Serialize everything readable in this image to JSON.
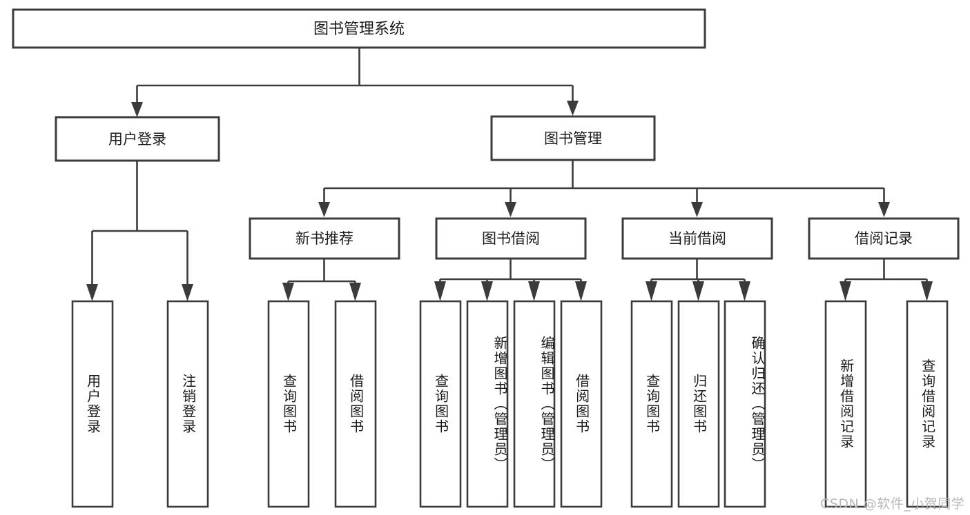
{
  "diagram": {
    "type": "tree-hierarchy",
    "title": "图书管理系统",
    "orientation": "top-down",
    "root": {
      "label": "图书管理系统",
      "children": [
        {
          "label": "用户登录",
          "children": [
            {
              "label": "用户登录"
            },
            {
              "label": "注销登录"
            }
          ]
        },
        {
          "label": "图书管理",
          "children": [
            {
              "label": "新书推荐",
              "children": [
                {
                  "label": "查询图书"
                },
                {
                  "label": "借阅图书"
                }
              ]
            },
            {
              "label": "图书借阅",
              "children": [
                {
                  "label": "查询图书"
                },
                {
                  "label": "新增图书（管理员）"
                },
                {
                  "label": "编辑图书（管理员）"
                },
                {
                  "label": "借阅图书"
                }
              ]
            },
            {
              "label": "当前借阅",
              "children": [
                {
                  "label": "查询图书"
                },
                {
                  "label": "归还图书"
                },
                {
                  "label": "确认归还（管理员）"
                }
              ]
            },
            {
              "label": "借阅记录",
              "children": [
                {
                  "label": "新增借阅记录"
                },
                {
                  "label": "查询借阅记录"
                }
              ]
            }
          ]
        }
      ]
    },
    "nodes": {
      "root": "图书管理系统",
      "l2_user": "用户登录",
      "l2_book": "图书管理",
      "l3_recommend": "新书推荐",
      "l3_borrow": "图书借阅",
      "l3_current": "当前借阅",
      "l3_record": "借阅记录",
      "leaf_user_1": "用户登录",
      "leaf_user_2": "注销登录",
      "leaf_rec_1": "查询图书",
      "leaf_rec_2": "借阅图书",
      "leaf_bor_1": "查询图书",
      "leaf_bor_2": "新增图书（管理员）",
      "leaf_bor_3": "编辑图书（管理员）",
      "leaf_bor_4": "借阅图书",
      "leaf_cur_1": "查询图书",
      "leaf_cur_2": "归还图书",
      "leaf_cur_3": "确认归还（管理员）",
      "leaf_recd_1": "新增借阅记录",
      "leaf_recd_2": "查询借阅记录"
    },
    "colors": {
      "stroke": "#3b3b3b",
      "fill": "#ffffff",
      "text": "#1a1a1a",
      "watermark": "#b9b9b9",
      "background": "#ffffff"
    }
  },
  "watermark": {
    "text": "CSDN @软件_小贺同学"
  }
}
